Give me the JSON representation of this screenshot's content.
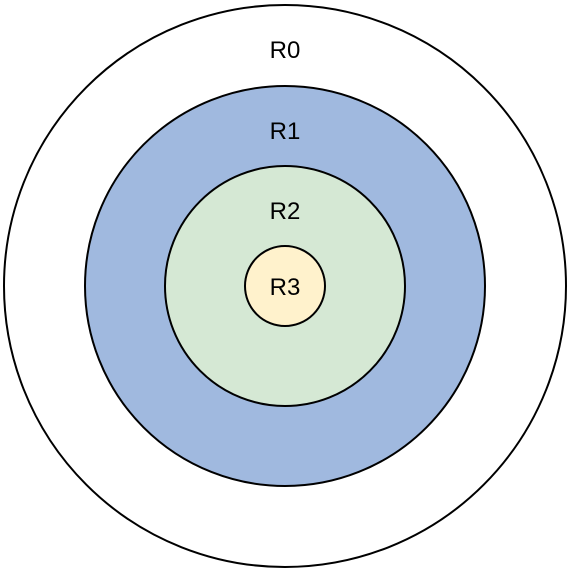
{
  "diagram": {
    "rings": [
      {
        "label": "R0",
        "fill": "#ffffff",
        "stroke": "#000000"
      },
      {
        "label": "R1",
        "fill": "#a0b9df",
        "stroke": "#000000"
      },
      {
        "label": "R2",
        "fill": "#d5e8d4",
        "stroke": "#000000"
      },
      {
        "label": "R3",
        "fill": "#fff2cc",
        "stroke": "#000000"
      }
    ]
  }
}
